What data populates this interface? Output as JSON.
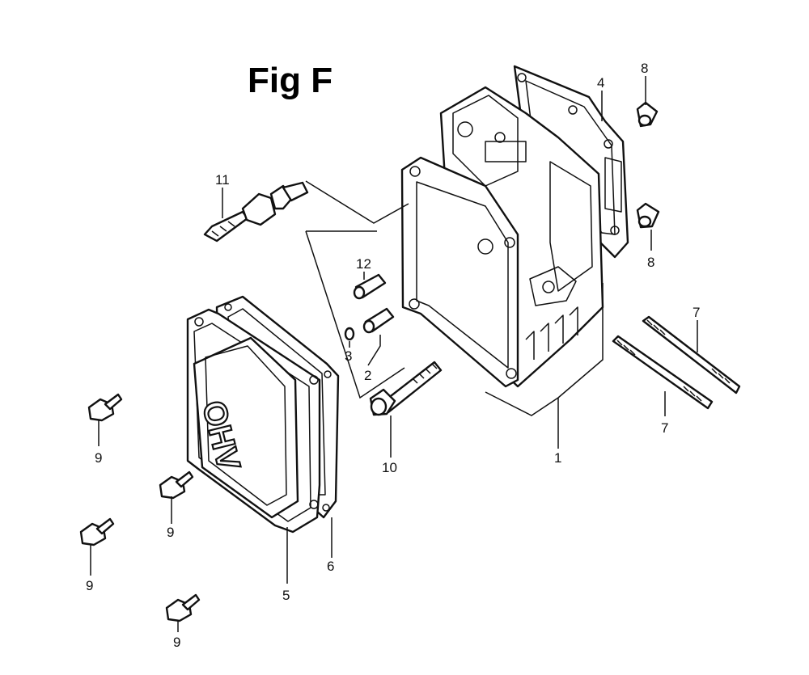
{
  "figure": {
    "title": "Fig F"
  },
  "cover_text": "OHV",
  "labels": {
    "l1": "1",
    "l2": "2",
    "l3": "3",
    "l4": "4",
    "l5": "5",
    "l6": "6",
    "l7a": "7",
    "l7b": "7",
    "l8a": "8",
    "l8b": "8",
    "l9a": "9",
    "l9b": "9",
    "l9c": "9",
    "l9d": "9",
    "l10": "10",
    "l11": "11",
    "l12": "12"
  }
}
